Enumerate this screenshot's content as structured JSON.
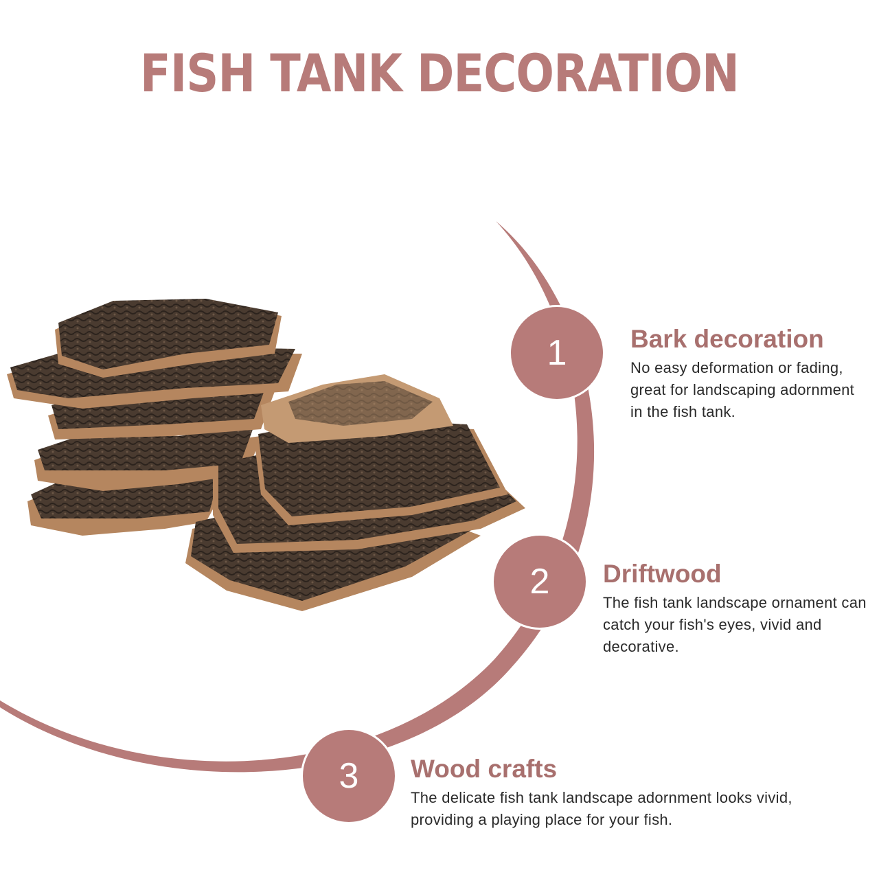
{
  "title": "FISH TANK DECORATION",
  "colors": {
    "accent": "#b77b79",
    "accent_dark": "#a8706e",
    "bark_dark": "#3b2f27",
    "bark_light": "#b5865f"
  },
  "features": [
    {
      "number": "1",
      "heading": "Bark decoration",
      "description": "No easy deformation or fading, great for landscaping adornment in the fish tank."
    },
    {
      "number": "2",
      "heading": "Driftwood",
      "description": "The fish tank landscape ornament can catch your fish's eyes, vivid and decorative."
    },
    {
      "number": "3",
      "heading": "Wood crafts",
      "description": "The delicate fish tank landscape adornment looks vivid, providing a playing place for your fish."
    }
  ]
}
